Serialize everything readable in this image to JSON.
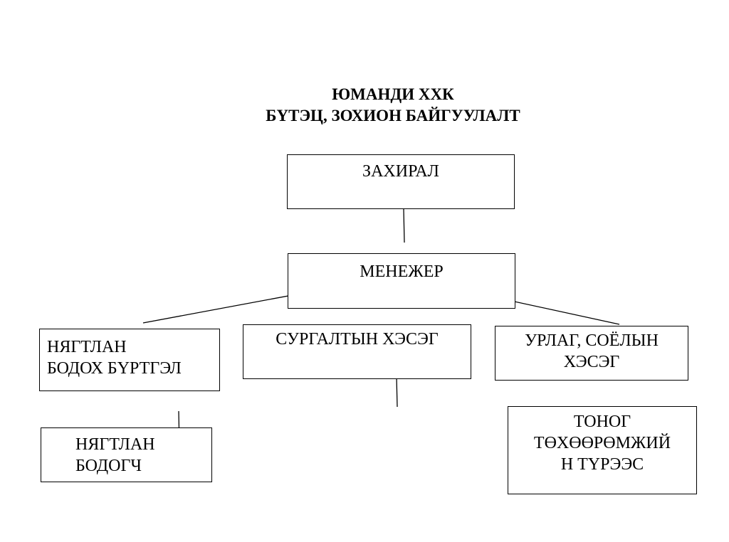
{
  "title": {
    "line1": "ЮМАНДИ ХХК",
    "line2": "БҮТЭЦ, ЗОХИОН БАЙГУУЛАЛТ"
  },
  "boxes": {
    "director": {
      "lines": [
        "ЗАХИРАЛ"
      ]
    },
    "manager": {
      "lines": [
        "МЕНЕЖЕР"
      ]
    },
    "accounting": {
      "lines": [
        "НЯГТЛАН",
        "БОДОХ БҮРТГЭЛ"
      ]
    },
    "training": {
      "lines": [
        "СУРГАЛТЫН ХЭСЭГ"
      ]
    },
    "arts": {
      "lines": [
        "УРЛАГ, СОЁЛЫН",
        "ХЭСЭГ"
      ]
    },
    "accountant": {
      "lines": [
        "НЯГТЛАН",
        "БОДОГЧ"
      ]
    },
    "rental": {
      "lines": [
        "ТОНОГ",
        "ТӨХӨӨРӨМЖИЙ",
        "Н ТҮРЭЭС"
      ]
    }
  },
  "colors": {
    "line": "#000000",
    "background": "#ffffff"
  }
}
